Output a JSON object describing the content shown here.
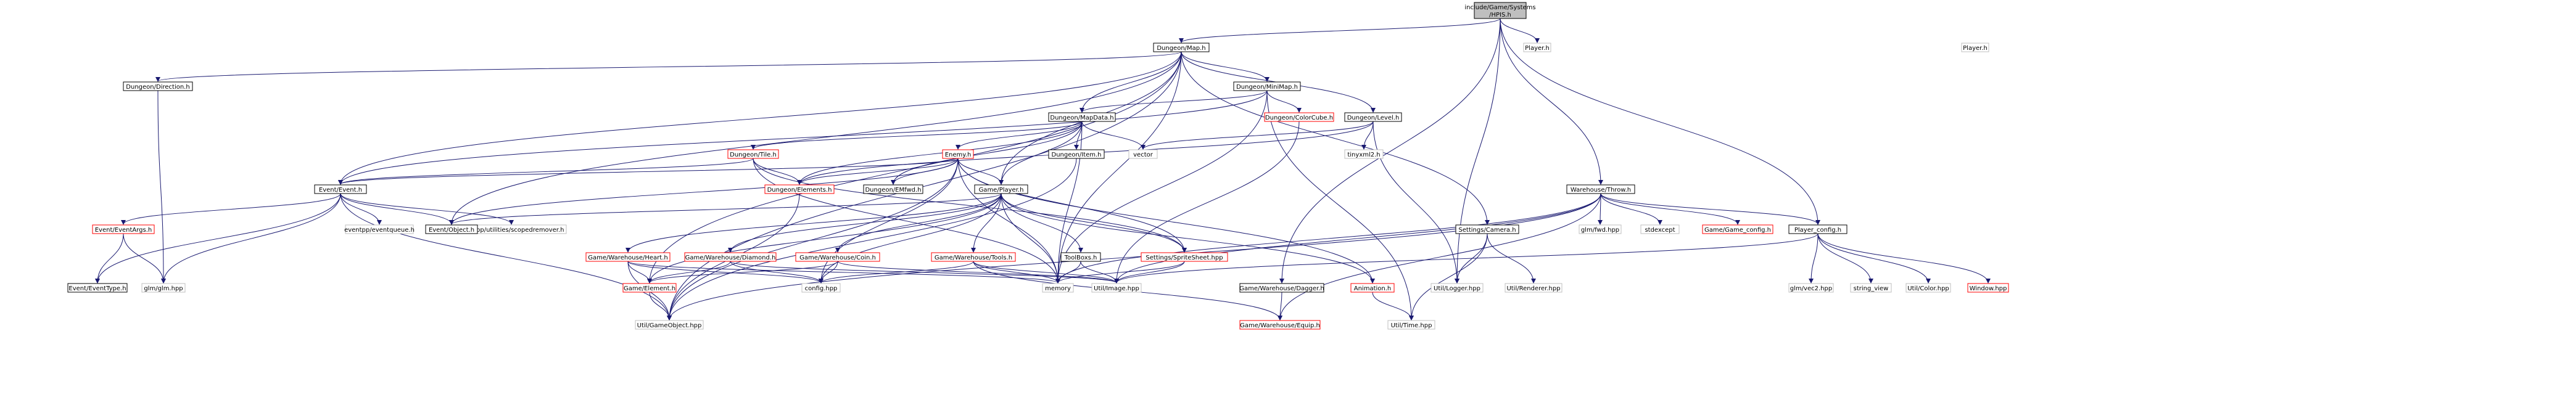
{
  "diagram": {
    "title": "include/Game/Systems/HPIS.h",
    "node_styles": {
      "root": {
        "fill": "#bfbfbf",
        "stroke": "#000000",
        "text": "#000000"
      },
      "local": {
        "fill": "#ffffff",
        "stroke": "#000000",
        "text": "#000000"
      },
      "truncated": {
        "fill": "#ffffff",
        "stroke": "#ff0000",
        "text": "#000000"
      },
      "system": {
        "fill": "#ffffff",
        "stroke": "#bfbfbf",
        "text": "#000000"
      }
    },
    "edge_color": "#191970",
    "nodes": [
      {
        "id": "hpis",
        "label": "include/Game/Systems\n/HPIS.h",
        "kind": "root"
      },
      {
        "id": "map",
        "label": "Dungeon/Map.h",
        "kind": "local"
      },
      {
        "id": "player_h",
        "label": "Player.h",
        "kind": "system"
      },
      {
        "id": "direction",
        "label": "Dungeon/Direction.h",
        "kind": "local"
      },
      {
        "id": "minimap",
        "label": "Dungeon/MiniMap.h",
        "kind": "local"
      },
      {
        "id": "mapdata",
        "label": "Dungeon/MapData.h",
        "kind": "local"
      },
      {
        "id": "colorcube",
        "label": "Dungeon/ColorCube.h",
        "kind": "truncated"
      },
      {
        "id": "level",
        "label": "Dungeon/Level.h",
        "kind": "local"
      },
      {
        "id": "tile",
        "label": "Dungeon/Tile.h",
        "kind": "truncated"
      },
      {
        "id": "enemy",
        "label": "Enemy.h",
        "kind": "truncated"
      },
      {
        "id": "item",
        "label": "Dungeon/Item.h",
        "kind": "local"
      },
      {
        "id": "vector",
        "label": "vector",
        "kind": "system"
      },
      {
        "id": "tinyxml",
        "label": "tinyxml2.h",
        "kind": "system"
      },
      {
        "id": "event",
        "label": "Event/Event.h",
        "kind": "local"
      },
      {
        "id": "elements",
        "label": "Dungeon/Elements.h",
        "kind": "truncated"
      },
      {
        "id": "emfwd",
        "label": "Dungeon/EMfwd.h",
        "kind": "local"
      },
      {
        "id": "gameplayer",
        "label": "Game/Player.h",
        "kind": "local"
      },
      {
        "id": "throw",
        "label": "Warehouse/Throw.h",
        "kind": "local"
      },
      {
        "id": "eventargs",
        "label": "Event/EventArgs.h",
        "kind": "truncated"
      },
      {
        "id": "eventqueue",
        "label": "eventpp/eventqueue.h",
        "kind": "system"
      },
      {
        "id": "scopedremover",
        "label": "eventpp/utilities/scopedremover.h",
        "kind": "system"
      },
      {
        "id": "eventobject",
        "label": "Event/Object.h",
        "kind": "local"
      },
      {
        "id": "heart",
        "label": "Game/Warehouse/Heart.h",
        "kind": "truncated"
      },
      {
        "id": "diamond",
        "label": "Game/Warehouse/Diamond.h",
        "kind": "truncated"
      },
      {
        "id": "coin",
        "label": "Game/Warehouse/Coin.h",
        "kind": "truncated"
      },
      {
        "id": "tools",
        "label": "Game/Warehouse/Tools.h",
        "kind": "truncated"
      },
      {
        "id": "toolboxs",
        "label": "ToolBoxs.h",
        "kind": "local"
      },
      {
        "id": "spritesheet",
        "label": "Settings/SpriteSheet.hpp",
        "kind": "truncated"
      },
      {
        "id": "camera",
        "label": "Settings/Camera.h",
        "kind": "local"
      },
      {
        "id": "glmfwd",
        "label": "glm/fwd.hpp",
        "kind": "system"
      },
      {
        "id": "stdexcept",
        "label": "stdexcept",
        "kind": "system"
      },
      {
        "id": "gameconfig",
        "label": "Game/Game_config.h",
        "kind": "truncated"
      },
      {
        "id": "playerconfig",
        "label": "Player_config.h",
        "kind": "local"
      },
      {
        "id": "eventtype",
        "label": "Event/EventType.h",
        "kind": "local"
      },
      {
        "id": "glm",
        "label": "glm/glm.hpp",
        "kind": "system"
      },
      {
        "id": "gameelement",
        "label": "Game/Element.h",
        "kind": "truncated"
      },
      {
        "id": "config",
        "label": "config.hpp",
        "kind": "system"
      },
      {
        "id": "memory",
        "label": "memory",
        "kind": "system"
      },
      {
        "id": "image",
        "label": "Util/Image.hpp",
        "kind": "system"
      },
      {
        "id": "dagger",
        "label": "Game/Warehouse/Dagger.h",
        "kind": "local"
      },
      {
        "id": "animation",
        "label": "Animation.h",
        "kind": "truncated"
      },
      {
        "id": "logger",
        "label": "Util/Logger.hpp",
        "kind": "system"
      },
      {
        "id": "renderer",
        "label": "Util/Renderer.hpp",
        "kind": "system"
      },
      {
        "id": "glmvec2",
        "label": "glm/vec2.hpp",
        "kind": "system"
      },
      {
        "id": "stringview",
        "label": "string_view",
        "kind": "system"
      },
      {
        "id": "color",
        "label": "Util/Color.hpp",
        "kind": "system"
      },
      {
        "id": "window",
        "label": "Window.hpp",
        "kind": "truncated"
      },
      {
        "id": "gameobject",
        "label": "Util/GameObject.hpp",
        "kind": "system"
      },
      {
        "id": "equip",
        "label": "Game/Warehouse/Equip.h",
        "kind": "truncated"
      },
      {
        "id": "time",
        "label": "Util/Time.hpp",
        "kind": "system"
      },
      {
        "id": "playerc",
        "label": "Player.h",
        "kind": "system"
      }
    ],
    "edges": [
      [
        "hpis",
        "map"
      ],
      [
        "hpis",
        "playerc"
      ],
      [
        "hpis",
        "throw"
      ],
      [
        "hpis",
        "playerconfig"
      ],
      [
        "hpis",
        "logger"
      ],
      [
        "hpis",
        "dagger"
      ],
      [
        "map",
        "direction"
      ],
      [
        "map",
        "minimap"
      ],
      [
        "map",
        "mapdata"
      ],
      [
        "map",
        "level"
      ],
      [
        "map",
        "event"
      ],
      [
        "map",
        "eventobject"
      ],
      [
        "map",
        "camera"
      ],
      [
        "map",
        "gameelement"
      ],
      [
        "map",
        "gameobject"
      ],
      [
        "map",
        "memory"
      ],
      [
        "map",
        "gameplayer"
      ],
      [
        "direction",
        "glm"
      ],
      [
        "minimap",
        "mapdata"
      ],
      [
        "minimap",
        "colorcube"
      ],
      [
        "minimap",
        "event"
      ],
      [
        "minimap",
        "time"
      ],
      [
        "minimap",
        "memory"
      ],
      [
        "mapdata",
        "tile"
      ],
      [
        "mapdata",
        "enemy"
      ],
      [
        "mapdata",
        "item"
      ],
      [
        "mapdata",
        "vector"
      ],
      [
        "mapdata",
        "gameplayer"
      ],
      [
        "mapdata",
        "emfwd"
      ],
      [
        "mapdata",
        "elements"
      ],
      [
        "mapdata",
        "memory"
      ],
      [
        "colorcube",
        "image"
      ],
      [
        "level",
        "vector"
      ],
      [
        "level",
        "tinyxml"
      ],
      [
        "level",
        "logger"
      ],
      [
        "level",
        "elements"
      ],
      [
        "tile",
        "event"
      ],
      [
        "tile",
        "elements"
      ],
      [
        "tile",
        "spritesheet"
      ],
      [
        "tile",
        "memory"
      ],
      [
        "enemy",
        "elements"
      ],
      [
        "enemy",
        "emfwd"
      ],
      [
        "enemy",
        "gameplayer"
      ],
      [
        "enemy",
        "event"
      ],
      [
        "enemy",
        "spritesheet"
      ],
      [
        "enemy",
        "animation"
      ],
      [
        "enemy",
        "eventobject"
      ],
      [
        "enemy",
        "gameobject"
      ],
      [
        "enemy",
        "memory"
      ],
      [
        "enemy",
        "config"
      ],
      [
        "item",
        "gameobject"
      ],
      [
        "event",
        "eventargs"
      ],
      [
        "event",
        "eventqueue"
      ],
      [
        "event",
        "scopedremover"
      ],
      [
        "event",
        "eventobject"
      ],
      [
        "event",
        "eventtype"
      ],
      [
        "event",
        "glm"
      ],
      [
        "event",
        "gameobject"
      ],
      [
        "eventargs",
        "eventtype"
      ],
      [
        "eventargs",
        "glm"
      ],
      [
        "elements",
        "gameobject"
      ],
      [
        "gameplayer",
        "heart"
      ],
      [
        "gameplayer",
        "diamond"
      ],
      [
        "gameplayer",
        "coin"
      ],
      [
        "gameplayer",
        "tools"
      ],
      [
        "gameplayer",
        "toolboxs"
      ],
      [
        "gameplayer",
        "spritesheet"
      ],
      [
        "gameplayer",
        "animation"
      ],
      [
        "gameplayer",
        "eventobject"
      ],
      [
        "gameplayer",
        "memory"
      ],
      [
        "gameplayer",
        "config"
      ],
      [
        "gameplayer",
        "gameelement"
      ],
      [
        "heart",
        "gameelement"
      ],
      [
        "heart",
        "config"
      ],
      [
        "heart",
        "gameobject"
      ],
      [
        "heart",
        "memory"
      ],
      [
        "diamond",
        "gameelement"
      ],
      [
        "diamond",
        "config"
      ],
      [
        "diamond",
        "image"
      ],
      [
        "coin",
        "gameelement"
      ],
      [
        "coin",
        "config"
      ],
      [
        "coin",
        "image"
      ],
      [
        "tools",
        "equip"
      ],
      [
        "tools",
        "memory"
      ],
      [
        "tools",
        "config"
      ],
      [
        "tools",
        "image"
      ],
      [
        "toolboxs",
        "image"
      ],
      [
        "toolboxs",
        "memory"
      ],
      [
        "spritesheet",
        "image"
      ],
      [
        "spritesheet",
        "memory"
      ],
      [
        "throw",
        "playerconfig"
      ],
      [
        "throw",
        "glmfwd"
      ],
      [
        "throw",
        "stdexcept"
      ],
      [
        "throw",
        "gameconfig"
      ],
      [
        "throw",
        "gameobject"
      ],
      [
        "throw",
        "equip"
      ],
      [
        "throw",
        "memory"
      ],
      [
        "throw",
        "image"
      ],
      [
        "camera",
        "time"
      ],
      [
        "camera",
        "renderer"
      ],
      [
        "camera",
        "logger"
      ],
      [
        "playerconfig",
        "glmvec2"
      ],
      [
        "playerconfig",
        "stringview"
      ],
      [
        "playerconfig",
        "color"
      ],
      [
        "playerconfig",
        "window"
      ],
      [
        "playerconfig",
        "image"
      ],
      [
        "dagger",
        "equip"
      ],
      [
        "animation",
        "time"
      ],
      [
        "gameelement",
        "gameobject"
      ]
    ]
  }
}
